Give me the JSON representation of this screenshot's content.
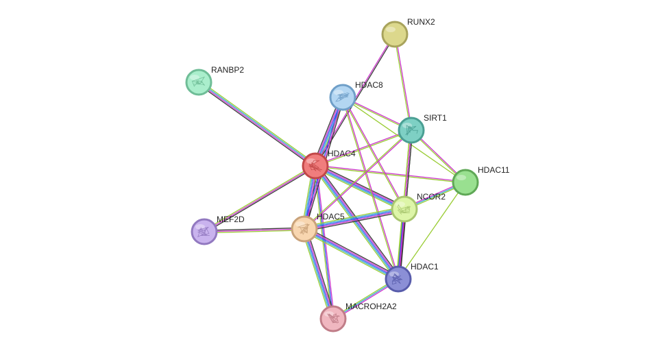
{
  "nodes": [
    {
      "id": "RUNX2",
      "label": "RUNX2",
      "color": "#dcd88c",
      "stroke": "#a8a35c",
      "glyph": false
    },
    {
      "id": "RANBP2",
      "label": "RANBP2",
      "color": "#aaeecc",
      "stroke": "#6fbd97",
      "glyph": true
    },
    {
      "id": "HDAC8",
      "label": "HDAC8",
      "color": "#b3d6f2",
      "stroke": "#6f9fc8",
      "glyph": true
    },
    {
      "id": "SIRT1",
      "label": "SIRT1",
      "color": "#7ed0c4",
      "stroke": "#4a9f93",
      "glyph": true
    },
    {
      "id": "HDAC4",
      "label": "HDAC4",
      "color": "#f07d7d",
      "stroke": "#c24848",
      "glyph": true
    },
    {
      "id": "HDAC11",
      "label": "HDAC11",
      "color": "#99e090",
      "stroke": "#5fa856",
      "glyph": false
    },
    {
      "id": "NCOR2",
      "label": "NCOR2",
      "color": "#ddf5a8",
      "stroke": "#a9c66f",
      "glyph": true
    },
    {
      "id": "MEF2D",
      "label": "MEF2D",
      "color": "#c9b3ee",
      "stroke": "#9279c0",
      "glyph": true
    },
    {
      "id": "HDAC5",
      "label": "HDAC5",
      "color": "#f8d6b0",
      "stroke": "#c9a27a",
      "glyph": true
    },
    {
      "id": "HDAC1",
      "label": "HDAC1",
      "color": "#8b8fd6",
      "stroke": "#585cab",
      "glyph": true
    },
    {
      "id": "MACROH2A2",
      "label": "MACROH2A2",
      "color": "#f0b7c0",
      "stroke": "#c07d88",
      "glyph": true
    }
  ],
  "edges": [
    {
      "source": "HDAC4",
      "target": "RANBP2",
      "evidence": [
        "#3a3a3a",
        "#cc33cc",
        "#33aacc",
        "#99cc33"
      ]
    },
    {
      "source": "HDAC4",
      "target": "HDAC8",
      "evidence": [
        "#3a3a3a",
        "#cc33cc",
        "#3355ee",
        "#33aacc",
        "#99cc33"
      ]
    },
    {
      "source": "HDAC4",
      "target": "SIRT1",
      "evidence": [
        "#cc33cc",
        "#99cc33"
      ]
    },
    {
      "source": "HDAC4",
      "target": "HDAC11",
      "evidence": [
        "#cc33cc",
        "#99cc33"
      ]
    },
    {
      "source": "HDAC4",
      "target": "NCOR2",
      "evidence": [
        "#3a3a3a",
        "#cc33cc",
        "#3355ee",
        "#33aacc",
        "#99cc33"
      ]
    },
    {
      "source": "HDAC4",
      "target": "MEF2D",
      "evidence": [
        "#3a3a3a",
        "#cc33cc",
        "#99cc33"
      ]
    },
    {
      "source": "HDAC4",
      "target": "HDAC5",
      "evidence": [
        "#3a3a3a",
        "#cc33cc",
        "#3355ee",
        "#33aacc",
        "#99cc33"
      ]
    },
    {
      "source": "HDAC4",
      "target": "HDAC1",
      "evidence": [
        "#3a3a3a",
        "#cc33cc",
        "#3355ee",
        "#33aacc",
        "#99cc33"
      ]
    },
    {
      "source": "HDAC4",
      "target": "MACROH2A2",
      "evidence": [
        "#cc33cc",
        "#3355ee",
        "#99cc33"
      ]
    },
    {
      "source": "RUNX2",
      "target": "HDAC4",
      "evidence": [
        "#3a3a3a",
        "#cc33cc"
      ]
    },
    {
      "source": "RUNX2",
      "target": "SIRT1",
      "evidence": [
        "#cc33cc",
        "#99cc33"
      ]
    },
    {
      "source": "HDAC8",
      "target": "HDAC5",
      "evidence": [
        "#3a3a3a",
        "#cc33cc",
        "#3355ee"
      ]
    },
    {
      "source": "HDAC8",
      "target": "SIRT1",
      "evidence": [
        "#cc33cc",
        "#99cc33"
      ]
    },
    {
      "source": "HDAC8",
      "target": "NCOR2",
      "evidence": [
        "#cc33cc",
        "#99cc33"
      ]
    },
    {
      "source": "HDAC8",
      "target": "HDAC11",
      "evidence": [
        "#99cc33"
      ]
    },
    {
      "source": "HDAC8",
      "target": "HDAC1",
      "evidence": [
        "#cc33cc",
        "#99cc33"
      ]
    },
    {
      "source": "SIRT1",
      "target": "NCOR2",
      "evidence": [
        "#3a3a3a",
        "#cc33cc",
        "#99cc33"
      ]
    },
    {
      "source": "SIRT1",
      "target": "HDAC1",
      "evidence": [
        "#3a3a3a",
        "#cc33cc",
        "#99cc33"
      ]
    },
    {
      "source": "SIRT1",
      "target": "HDAC11",
      "evidence": [
        "#cc33cc",
        "#99cc33"
      ]
    },
    {
      "source": "SIRT1",
      "target": "HDAC5",
      "evidence": [
        "#cc33cc",
        "#99cc33"
      ]
    },
    {
      "source": "NCOR2",
      "target": "HDAC11",
      "evidence": [
        "#cc33cc",
        "#33aacc",
        "#99cc33"
      ]
    },
    {
      "source": "HDAC1",
      "target": "HDAC11",
      "evidence": [
        "#99cc33"
      ]
    },
    {
      "source": "NCOR2",
      "target": "HDAC5",
      "evidence": [
        "#3a3a3a",
        "#cc33cc",
        "#3355ee",
        "#33aacc",
        "#99cc33"
      ]
    },
    {
      "source": "NCOR2",
      "target": "HDAC1",
      "evidence": [
        "#3a3a3a",
        "#cc33cc",
        "#3355ee",
        "#99cc33"
      ]
    },
    {
      "source": "MEF2D",
      "target": "HDAC5",
      "evidence": [
        "#3a3a3a",
        "#cc33cc",
        "#99cc33"
      ]
    },
    {
      "source": "HDAC5",
      "target": "HDAC1",
      "evidence": [
        "#3a3a3a",
        "#cc33cc",
        "#3355ee",
        "#33aacc",
        "#99cc33"
      ]
    },
    {
      "source": "HDAC5",
      "target": "MACROH2A2",
      "evidence": [
        "#3a3a3a",
        "#cc33cc",
        "#3355ee",
        "#33aacc",
        "#99cc33"
      ]
    },
    {
      "source": "HDAC1",
      "target": "MACROH2A2",
      "evidence": [
        "#cc33cc",
        "#33aacc",
        "#99cc33"
      ]
    }
  ]
}
